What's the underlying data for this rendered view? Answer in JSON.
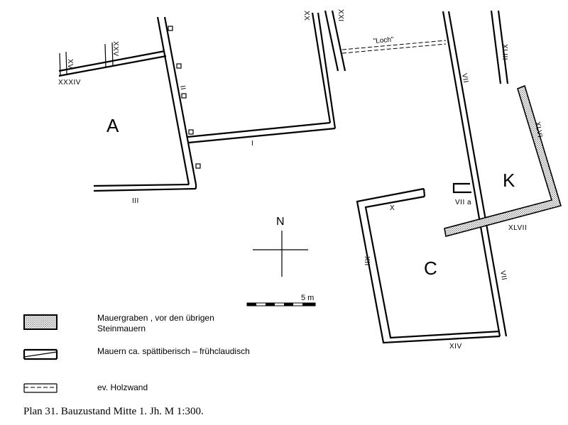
{
  "rooms": {
    "a": "A",
    "c": "C",
    "k": "K"
  },
  "walls": {
    "i": "I",
    "ii": "II",
    "iii": "III",
    "vii_top": "VII",
    "vii_bottom": "VII",
    "viia": "VII a",
    "x": "X",
    "xii": "XII",
    "xiv": "XIV",
    "xv": "XV",
    "xxv": "XXV",
    "xxxiv": "XXXIV",
    "xx": "XX",
    "xxi": "XXI",
    "xliii": "XLIII",
    "xlvi": "XLVI",
    "xlvii": "XLVII"
  },
  "annotations": {
    "loch": "\"Loch\""
  },
  "north": {
    "label": "N"
  },
  "scale": {
    "label": "5 m"
  },
  "legend": {
    "trench_line1": "Mauergraben , vor den übrigen",
    "trench_line2": "Steinmauern",
    "stone": "Mauern ca. spättiberisch – frühclaudisch",
    "wood": "ev. Holzwand"
  },
  "caption": "Plan 31. Bauzustand Mitte 1. Jh. M 1:300."
}
